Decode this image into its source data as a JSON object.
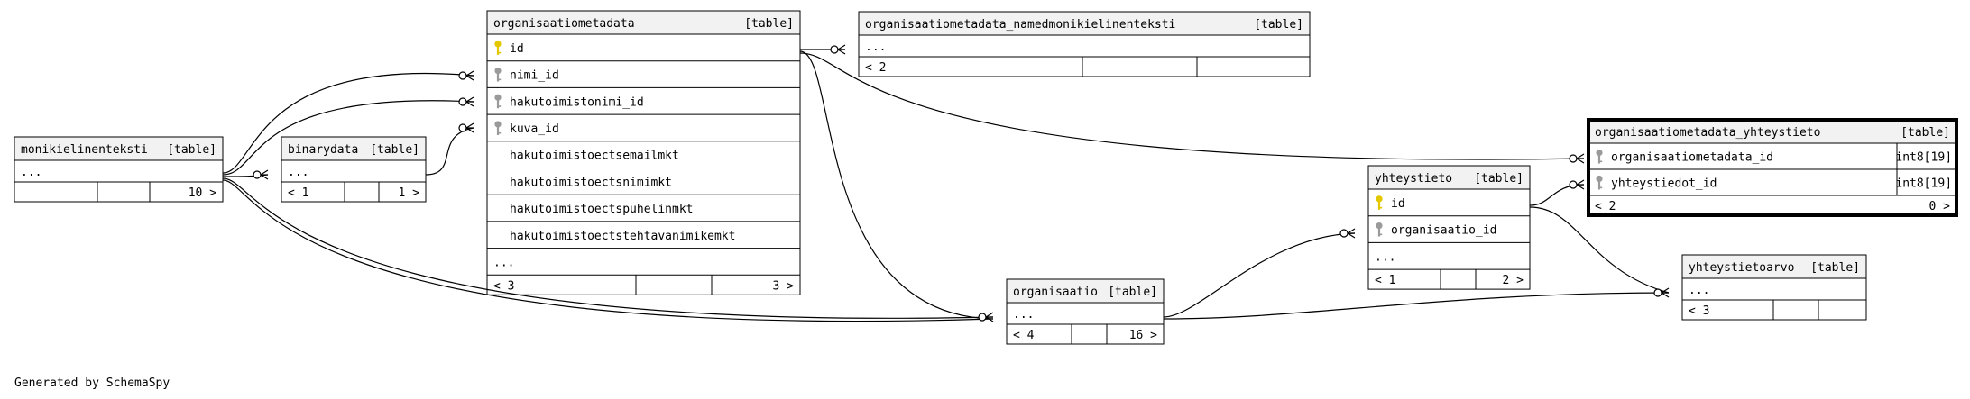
{
  "footer": "Generated by SchemaSpy",
  "tables": {
    "organisaatiometadata": {
      "name": "organisaatiometadata",
      "tag": "[table]",
      "rows": [
        {
          "label": "id",
          "key": "primary"
        },
        {
          "label": "nimi_id",
          "key": "foreign"
        },
        {
          "label": "hakutoimistonimi_id",
          "key": "foreign"
        },
        {
          "label": "kuva_id",
          "key": "foreign"
        },
        {
          "label": "hakutoimistoectsemailmkt",
          "key": ""
        },
        {
          "label": "hakutoimistoectsnimimkt",
          "key": ""
        },
        {
          "label": "hakutoimistoectspuhelinmkt",
          "key": ""
        },
        {
          "label": "hakutoimistoectstehtavanimikemkt",
          "key": ""
        },
        {
          "label": "...",
          "key": ""
        }
      ],
      "footer": {
        "left": "< 3",
        "right": "3 >"
      }
    },
    "named": {
      "name": "organisaatiometadata_namedmonikielinenteksti",
      "tag": "[table]",
      "rows": [
        {
          "label": "...",
          "key": ""
        }
      ],
      "footer": {
        "left": "< 2",
        "right": ""
      }
    },
    "monikielinenteksti": {
      "name": "monikielinenteksti",
      "tag": "[table]",
      "rows": [
        {
          "label": "...",
          "key": ""
        }
      ],
      "footer": {
        "left": "",
        "right": "10 >"
      }
    },
    "binarydata": {
      "name": "binarydata",
      "tag": "[table]",
      "rows": [
        {
          "label": "...",
          "key": ""
        }
      ],
      "footer": {
        "left": "< 1",
        "right": "1 >"
      }
    },
    "organisaatio": {
      "name": "organisaatio",
      "tag": "[table]",
      "rows": [
        {
          "label": "...",
          "key": ""
        }
      ],
      "footer": {
        "left": "< 4",
        "right": "16 >"
      }
    },
    "yhteystieto": {
      "name": "yhteystieto",
      "tag": "[table]",
      "rows": [
        {
          "label": "id",
          "key": "primary"
        },
        {
          "label": "organisaatio_id",
          "key": "foreign"
        },
        {
          "label": "...",
          "key": ""
        }
      ],
      "footer": {
        "left": "< 1",
        "right": "2 >"
      }
    },
    "ory": {
      "name": "organisaatiometadata_yhteystieto",
      "tag": "[table]",
      "rows": [
        {
          "label": "organisaatiometadata_id",
          "key": "foreign",
          "type": "int8[19]"
        },
        {
          "label": "yhteystiedot_id",
          "key": "foreign",
          "type": "int8[19]"
        }
      ],
      "footer": {
        "left": "< 2",
        "right": "0 >"
      }
    },
    "yhteystietoarvo": {
      "name": "yhteystietoarvo",
      "tag": "[table]",
      "rows": [
        {
          "label": "...",
          "key": ""
        }
      ],
      "footer": {
        "left": "< 3",
        "right": ""
      }
    }
  },
  "colors": {
    "primary_key": "#e3c800",
    "foreign_key": "#9a9a9a"
  }
}
